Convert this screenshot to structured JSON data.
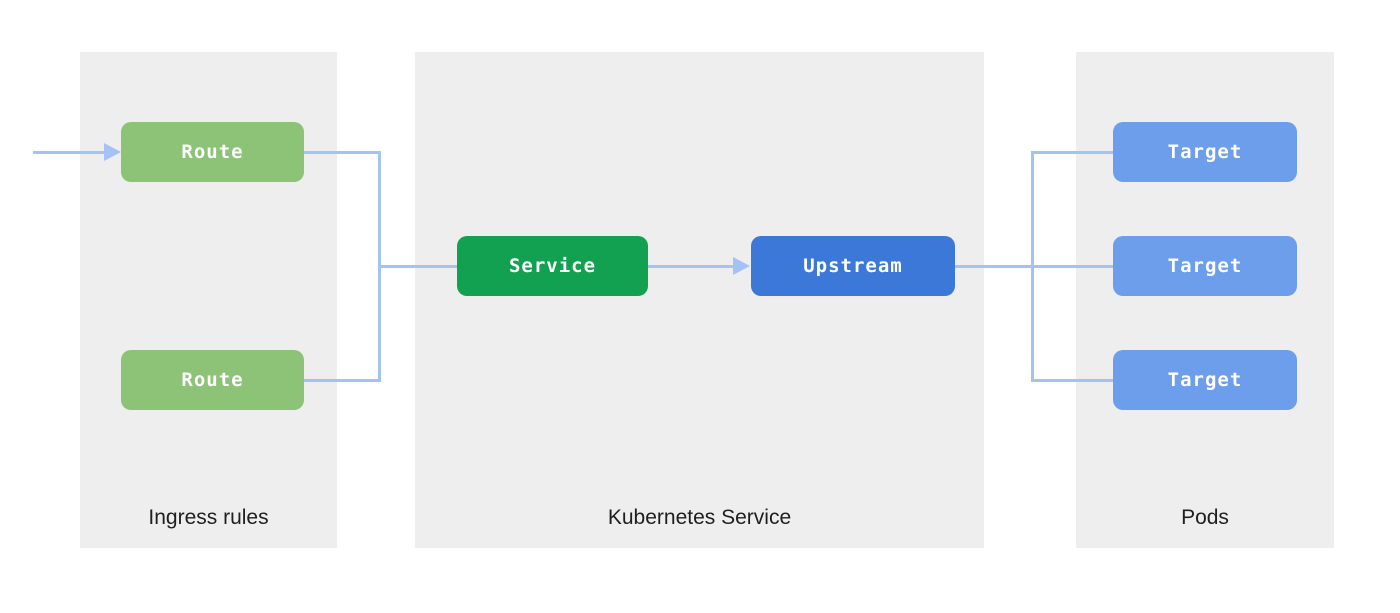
{
  "diagram": {
    "title": "Kubernetes ingress routing diagram",
    "colors": {
      "page_bg": "#ffffff",
      "panel_bg": "#eeeeee",
      "route_green": "#8dc377",
      "service_green": "#12a150",
      "upstream_blue": "#3c78d8",
      "target_blue": "#6d9eeb",
      "connector_blue": "#a4c2f4",
      "node_text": "#ffffff",
      "label_text": "#1f1f1f"
    },
    "panels": [
      {
        "id": "ingress",
        "label": "Ingress rules"
      },
      {
        "id": "k8s",
        "label": "Kubernetes Service"
      },
      {
        "id": "pods",
        "label": "Pods"
      }
    ],
    "nodes": {
      "route_1": "Route",
      "route_2": "Route",
      "service": "Service",
      "upstream": "Upstream",
      "target_1": "Target",
      "target_2": "Target",
      "target_3": "Target"
    }
  }
}
